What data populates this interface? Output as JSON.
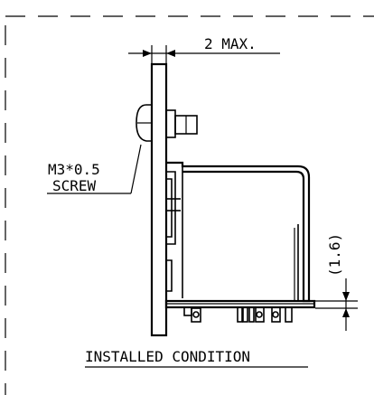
{
  "drawing": {
    "dimension_label": "2 MAX.",
    "screw_label_line1": "M3*0.5",
    "screw_label_line2": "SCREW",
    "vertical_dimension_label": "(1.6)",
    "caption": "INSTALLED CONDITION"
  }
}
